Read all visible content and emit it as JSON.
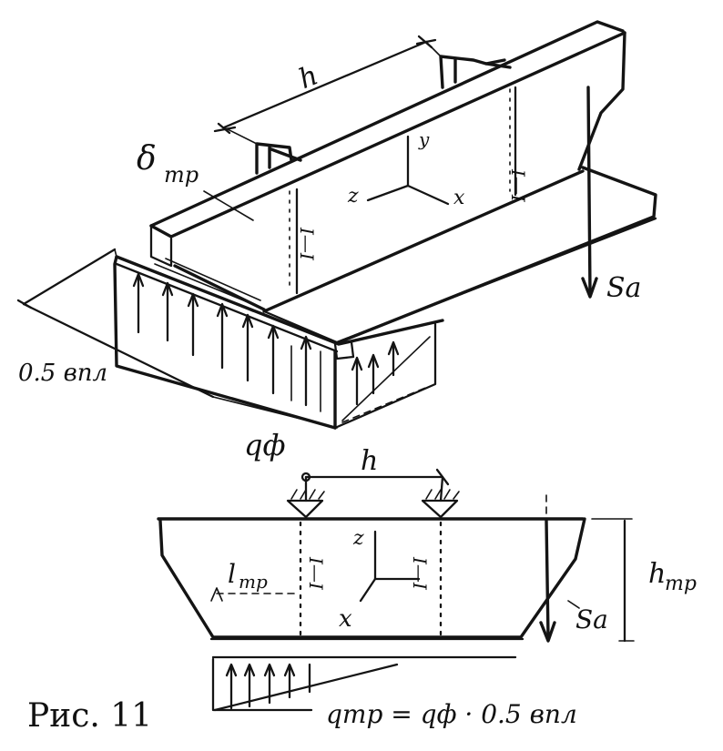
{
  "figure": {
    "caption": "Рис. 11"
  },
  "labels": {
    "h_top": "h",
    "delta": "δ",
    "delta_sub": "тр",
    "axis_y": "y",
    "axis_z_iso": "z",
    "axis_x_iso": "x",
    "section_label_top_right": "I—I",
    "section_label_top_left": "I—I",
    "sa_top": "Sa",
    "width_label": "0.5 впл",
    "q_found": "qф",
    "h_bottom": "h",
    "axis_z": "z",
    "axis_x": "x",
    "l_label": "l",
    "l_sub": "тр",
    "section_label_bottom_left": "I—I",
    "section_label_bottom_right": "I—I",
    "sa_bottom": "Sa",
    "height_label": "h",
    "height_sub": "тр",
    "formula": "qтр = qф · 0.5 впл"
  },
  "colors": {
    "ink": "#141414",
    "paper": "#ffffff"
  }
}
